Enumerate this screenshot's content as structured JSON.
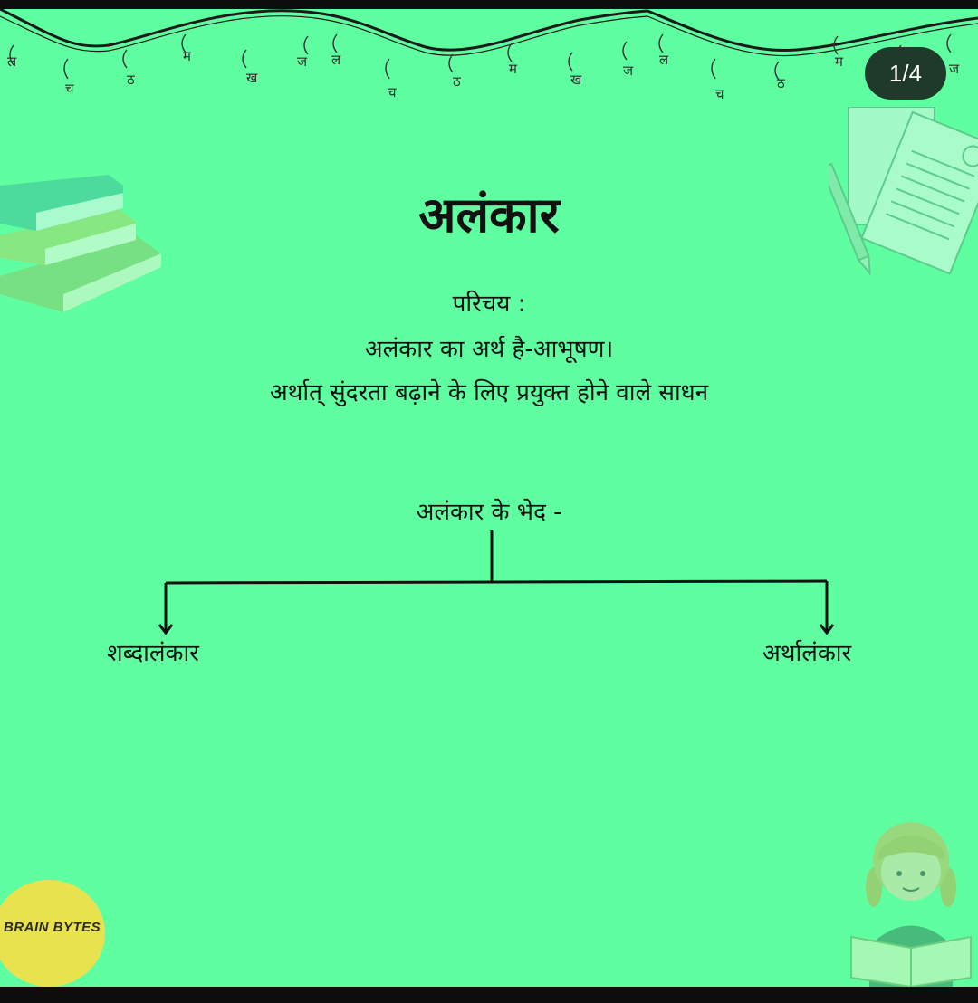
{
  "page_indicator": "1/4",
  "title": "अलंकार",
  "intro": {
    "heading": "परिचय :",
    "line1": "अलंकार का अर्थ है-आभूषण।",
    "line2": "अर्थात् सुंदरता बढ़ाने के लिए प्रयुक्त होने वाले साधन"
  },
  "types": {
    "heading": "अलंकार के भेद -",
    "left": "शब्दालंकार",
    "right": "अर्थालंकार"
  },
  "bunting_letters": [
    "ल",
    "च",
    "ठ",
    "म",
    "ख",
    "ज",
    "ल",
    "च",
    "ठ",
    "म",
    "ख",
    "ज",
    "ल",
    "च",
    "ठ",
    "म",
    "ख",
    "ज"
  ],
  "logo_text": "BRAIN BYTES",
  "colors": {
    "background": "#5ffea0",
    "badge": "#1f3a2a",
    "logo": "#e8e24e"
  },
  "icons": [
    "books-illustration",
    "papers-pencil-illustration",
    "reading-girl-illustration",
    "brain-logo"
  ]
}
